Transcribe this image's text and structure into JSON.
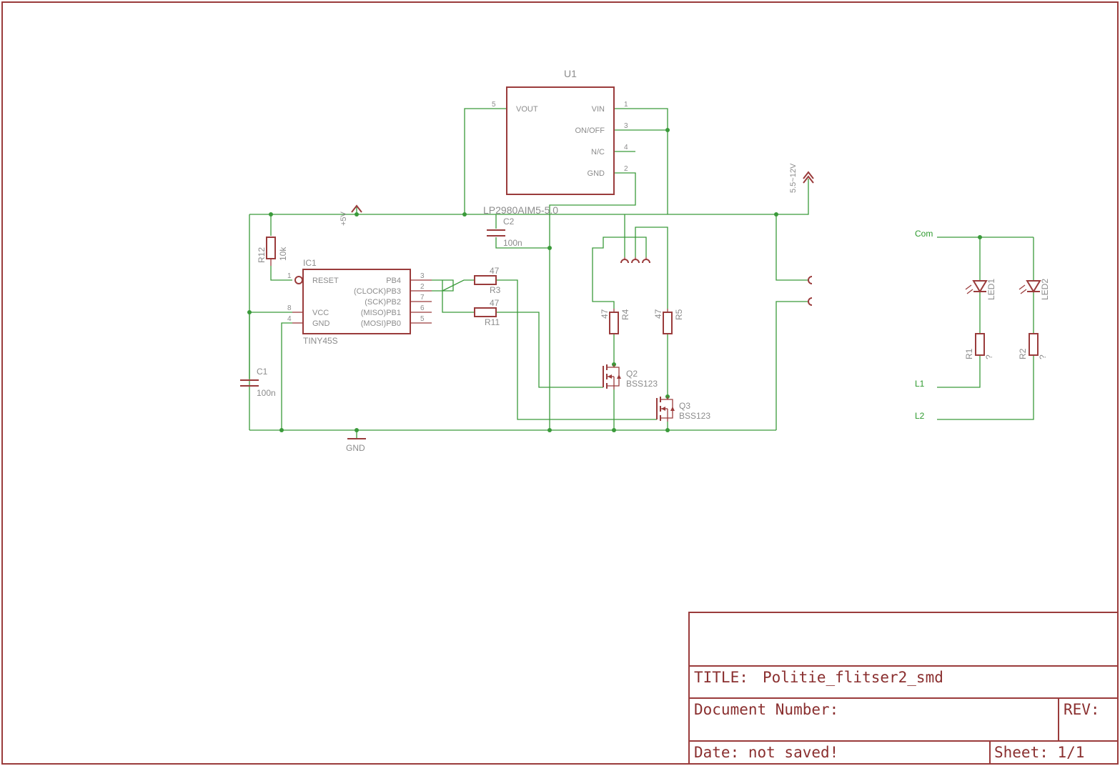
{
  "sheet": {
    "colors": {
      "wire": "#3a9a3a",
      "symbol": "#9a3b3b",
      "label": "#8c8c8c",
      "frame": "#9a3b3b"
    }
  },
  "components": {
    "U1": {
      "name": "U1",
      "value": "LP2980AIM5-5.0",
      "pins": {
        "VOUT": "VOUT",
        "VIN": "VIN",
        "ONOFF": "ON/OFF",
        "NC": "N/C",
        "GND": "GND"
      },
      "pin_numbers": {
        "VOUT": "5",
        "VIN": "1",
        "ONOFF": "3",
        "NC": "4",
        "GND": "2"
      }
    },
    "IC1": {
      "name": "IC1",
      "value": "TINY45S",
      "pins": {
        "RESET": "RESET",
        "VCC": "VCC",
        "GND": "GND",
        "PB4": "PB4",
        "PB3": "(CLOCK)PB3",
        "PB2": "(SCK)PB2",
        "PB1": "(MISO)PB1",
        "PB0": "(MOSI)PB0"
      },
      "pin_numbers": {
        "RESET": "1",
        "VCC": "8",
        "GND": "4",
        "PB4": "3",
        "PB3": "2",
        "PB2": "7",
        "PB1": "6",
        "PB0": "5"
      }
    },
    "C1": {
      "name": "C1",
      "value": "100n"
    },
    "C2": {
      "name": "C2",
      "value": "100n"
    },
    "R12": {
      "name": "R12",
      "value": "10k"
    },
    "R3": {
      "name": "R3",
      "value": "47"
    },
    "R11": {
      "name": "R11",
      "value": "47"
    },
    "R4": {
      "name": "R4",
      "value": "47"
    },
    "R5": {
      "name": "R5",
      "value": "47"
    },
    "Q2": {
      "name": "Q2",
      "value": "BSS123"
    },
    "Q3": {
      "name": "Q3",
      "value": "BSS123"
    },
    "LED1": {
      "name": "LED1"
    },
    "LED2": {
      "name": "LED2"
    },
    "R1": {
      "name": "R1",
      "value": "?"
    },
    "R2": {
      "name": "R2",
      "value": "?"
    }
  },
  "supplies": {
    "p5v": "+5V",
    "vin": "5.5~12V",
    "gnd": "GND"
  },
  "nets": {
    "com": "Com",
    "l1": "L1",
    "l2": "L2"
  },
  "title_block": {
    "title_label": "TITLE:",
    "title_value": "Politie_flitser2_smd",
    "document_number": "Document Number:",
    "rev": "REV:",
    "date": "Date: not saved!",
    "sheet": "Sheet: 1/1"
  }
}
